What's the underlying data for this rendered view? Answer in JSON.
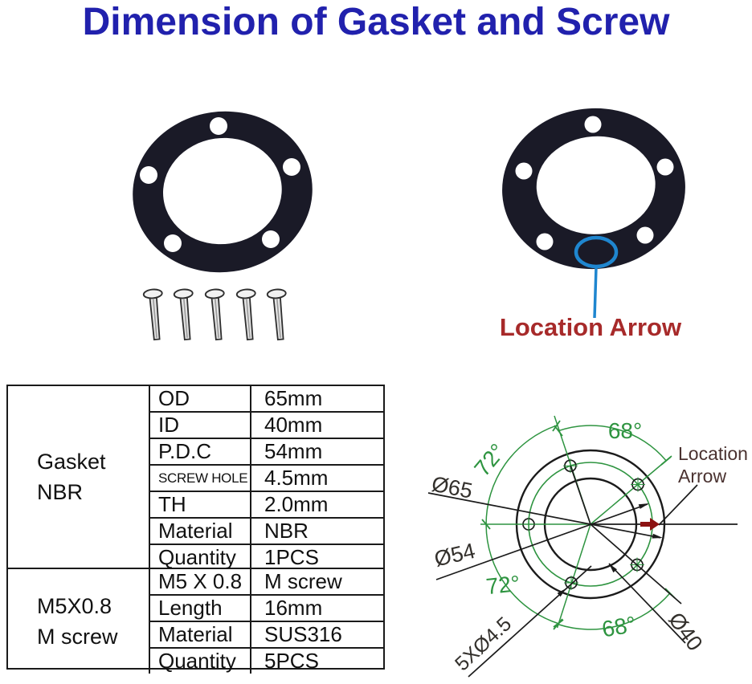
{
  "title": {
    "text": "Dimension of Gasket and Screw"
  },
  "colors": {
    "title_blue": "#2121ad",
    "caption_red": "#a72a2a",
    "drawing_green": "#2e9440",
    "drawing_line": "#1b1b1b",
    "red_arrow": "#8c1212",
    "note_text": "#4a3230",
    "gasket_dark": "#1a1a27",
    "blue_highlight": "#1f86cf"
  },
  "photos": {
    "left": {
      "description": "NBR gasket with 5 screws",
      "screw_count": 5
    },
    "right": {
      "caption": "Location Arrow"
    }
  },
  "table": {
    "groups": [
      {
        "label_lines": [
          "Gasket",
          "NBR"
        ],
        "rows": [
          {
            "key": "OD",
            "value": "65mm"
          },
          {
            "key": "ID",
            "value": "40mm"
          },
          {
            "key": "P.D.C",
            "value": "54mm"
          },
          {
            "key": "SCREW HOLE",
            "value": "4.5mm"
          },
          {
            "key": "TH",
            "value": "2.0mm"
          },
          {
            "key": "Material",
            "value": "NBR"
          },
          {
            "key": "Quantity",
            "value": "1PCS"
          }
        ]
      },
      {
        "label_lines": [
          "M5X0.8",
          "M screw"
        ],
        "rows": [
          {
            "key": "M5 X 0.8",
            "value": "M screw"
          },
          {
            "key": "Length",
            "value": "16mm"
          },
          {
            "key": "Material",
            "value": "SUS316"
          },
          {
            "key": "Quantity",
            "value": "5PCS"
          }
        ]
      }
    ]
  },
  "drawing": {
    "labels": {
      "od": "Ø65",
      "pdc": "Ø54",
      "id": "Ø40",
      "screw_holes": "5XØ4.5",
      "angle_top": "68°",
      "angle_top_left": "72°",
      "angle_bottom_left": "72°",
      "angle_bottom_right": "68°",
      "note_line1": "Location",
      "note_line2": "Arrow"
    }
  }
}
